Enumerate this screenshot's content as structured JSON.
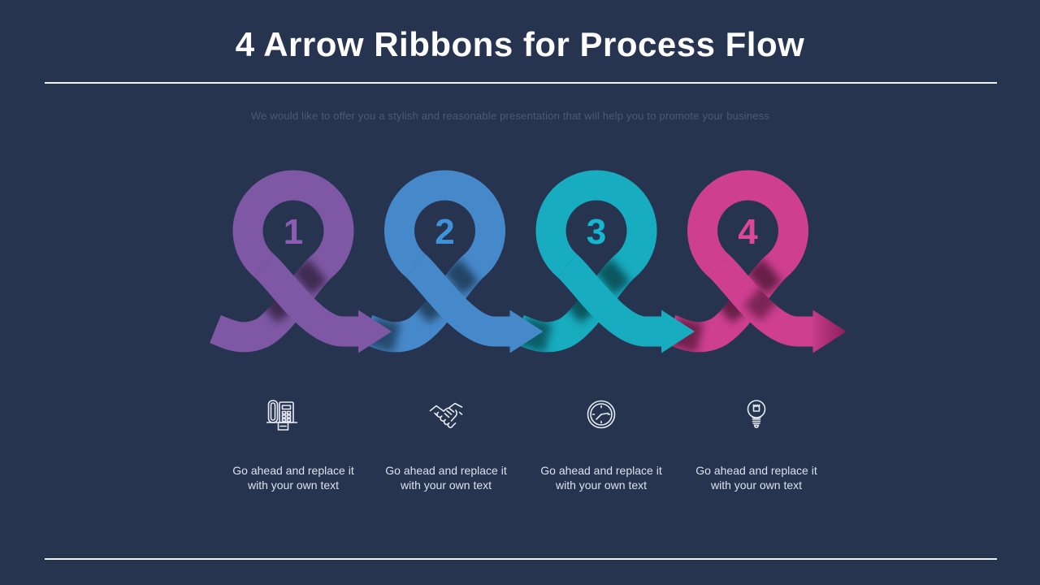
{
  "slide": {
    "background": "#273450",
    "title": "4 Arrow Ribbons for Process Flow",
    "subtitle": "We would like to offer you a stylish and reasonable presentation that will help you to promote your business"
  },
  "ribbons": [
    {
      "number": "1",
      "color": "#7e58a4",
      "number_color": "#8a5db3"
    },
    {
      "number": "2",
      "color": "#4689ca",
      "number_color": "#3f92da"
    },
    {
      "number": "3",
      "color": "#17acbf",
      "number_color": "#15b6d0"
    },
    {
      "number": "4",
      "color": "#ce3f90",
      "number_color": "#dc4899",
      "arrow_dark": "#8a1f5c"
    }
  ],
  "features": [
    {
      "icon": "fax-phone-icon",
      "line1": "Go ahead and replace it",
      "line2": "with your own text"
    },
    {
      "icon": "handshake-icon",
      "line1": "Go ahead and replace it",
      "line2": "with your own text"
    },
    {
      "icon": "clock-icon",
      "line1": "Go ahead and replace it",
      "line2": "with your own text"
    },
    {
      "icon": "lightbulb-icon",
      "line1": "Go ahead and replace it",
      "line2": "with your own text"
    }
  ]
}
